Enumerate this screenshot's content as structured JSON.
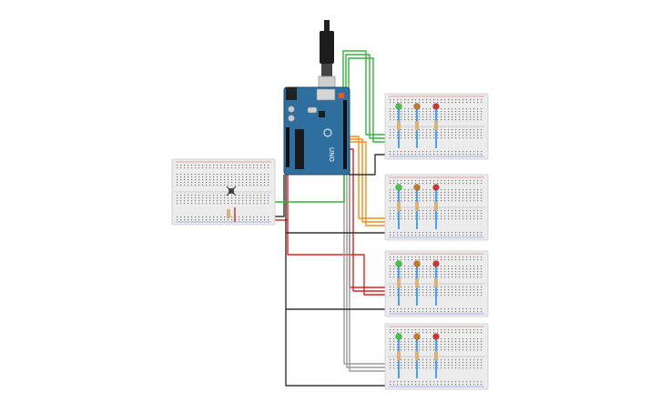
{
  "arduino": {
    "icon": "arduino-uno-board",
    "board_text": "UNO"
  },
  "usb_cable": {
    "icon": "usb-cable"
  },
  "button_breadboard": {
    "icon": "pushbutton",
    "resistor": "resistor",
    "button_label": ""
  },
  "traffic_boards": [
    {
      "id": 1,
      "leds": [
        "green",
        "orange",
        "red"
      ]
    },
    {
      "id": 2,
      "leds": [
        "green",
        "orange",
        "red"
      ]
    },
    {
      "id": 3,
      "leds": [
        "green",
        "orange",
        "red"
      ]
    },
    {
      "id": 4,
      "leds": [
        "green",
        "orange",
        "red"
      ]
    }
  ],
  "colors": {
    "breadboard": "#ececec",
    "arduino": "#2f6f9f",
    "led_green": "#3ec93e",
    "led_orange": "#c67a1e",
    "led_red": "#d62f2f",
    "wire_green": "#36b23a",
    "wire_orange": "#f28c1a",
    "wire_red": "#e02020",
    "wire_black": "#333333",
    "wire_gray": "#9a9a9a",
    "lead_blue": "#1e90ff"
  }
}
